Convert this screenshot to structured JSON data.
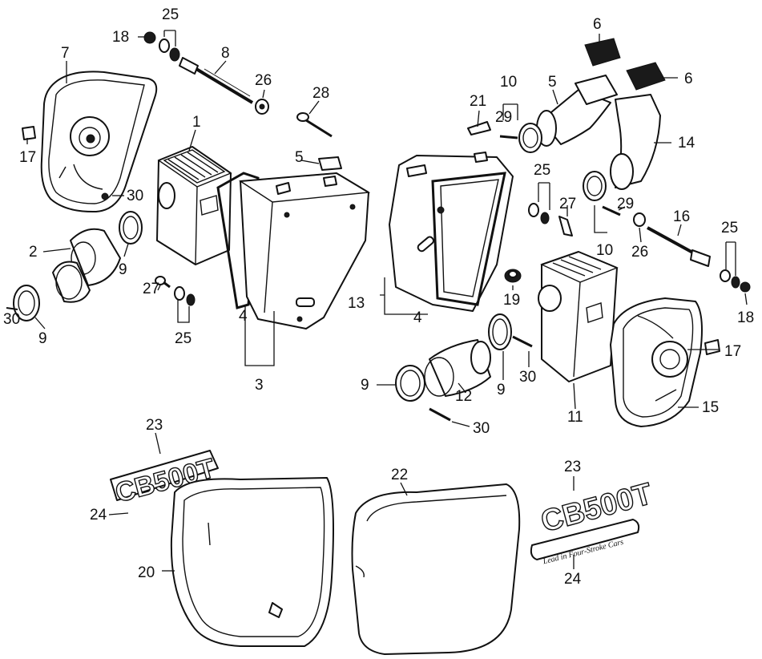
{
  "diagram": {
    "callouts": [
      "1",
      "2",
      "3",
      "4",
      "5",
      "6",
      "7",
      "8",
      "9",
      "10",
      "11",
      "12",
      "13",
      "14",
      "15",
      "16",
      "17",
      "18",
      "19",
      "20",
      "21",
      "22",
      "23",
      "24",
      "25",
      "26",
      "27",
      "28",
      "29",
      "30"
    ],
    "emblem_text": "CB500T",
    "badge_script": "Lead in Four-Stroke Cars"
  }
}
